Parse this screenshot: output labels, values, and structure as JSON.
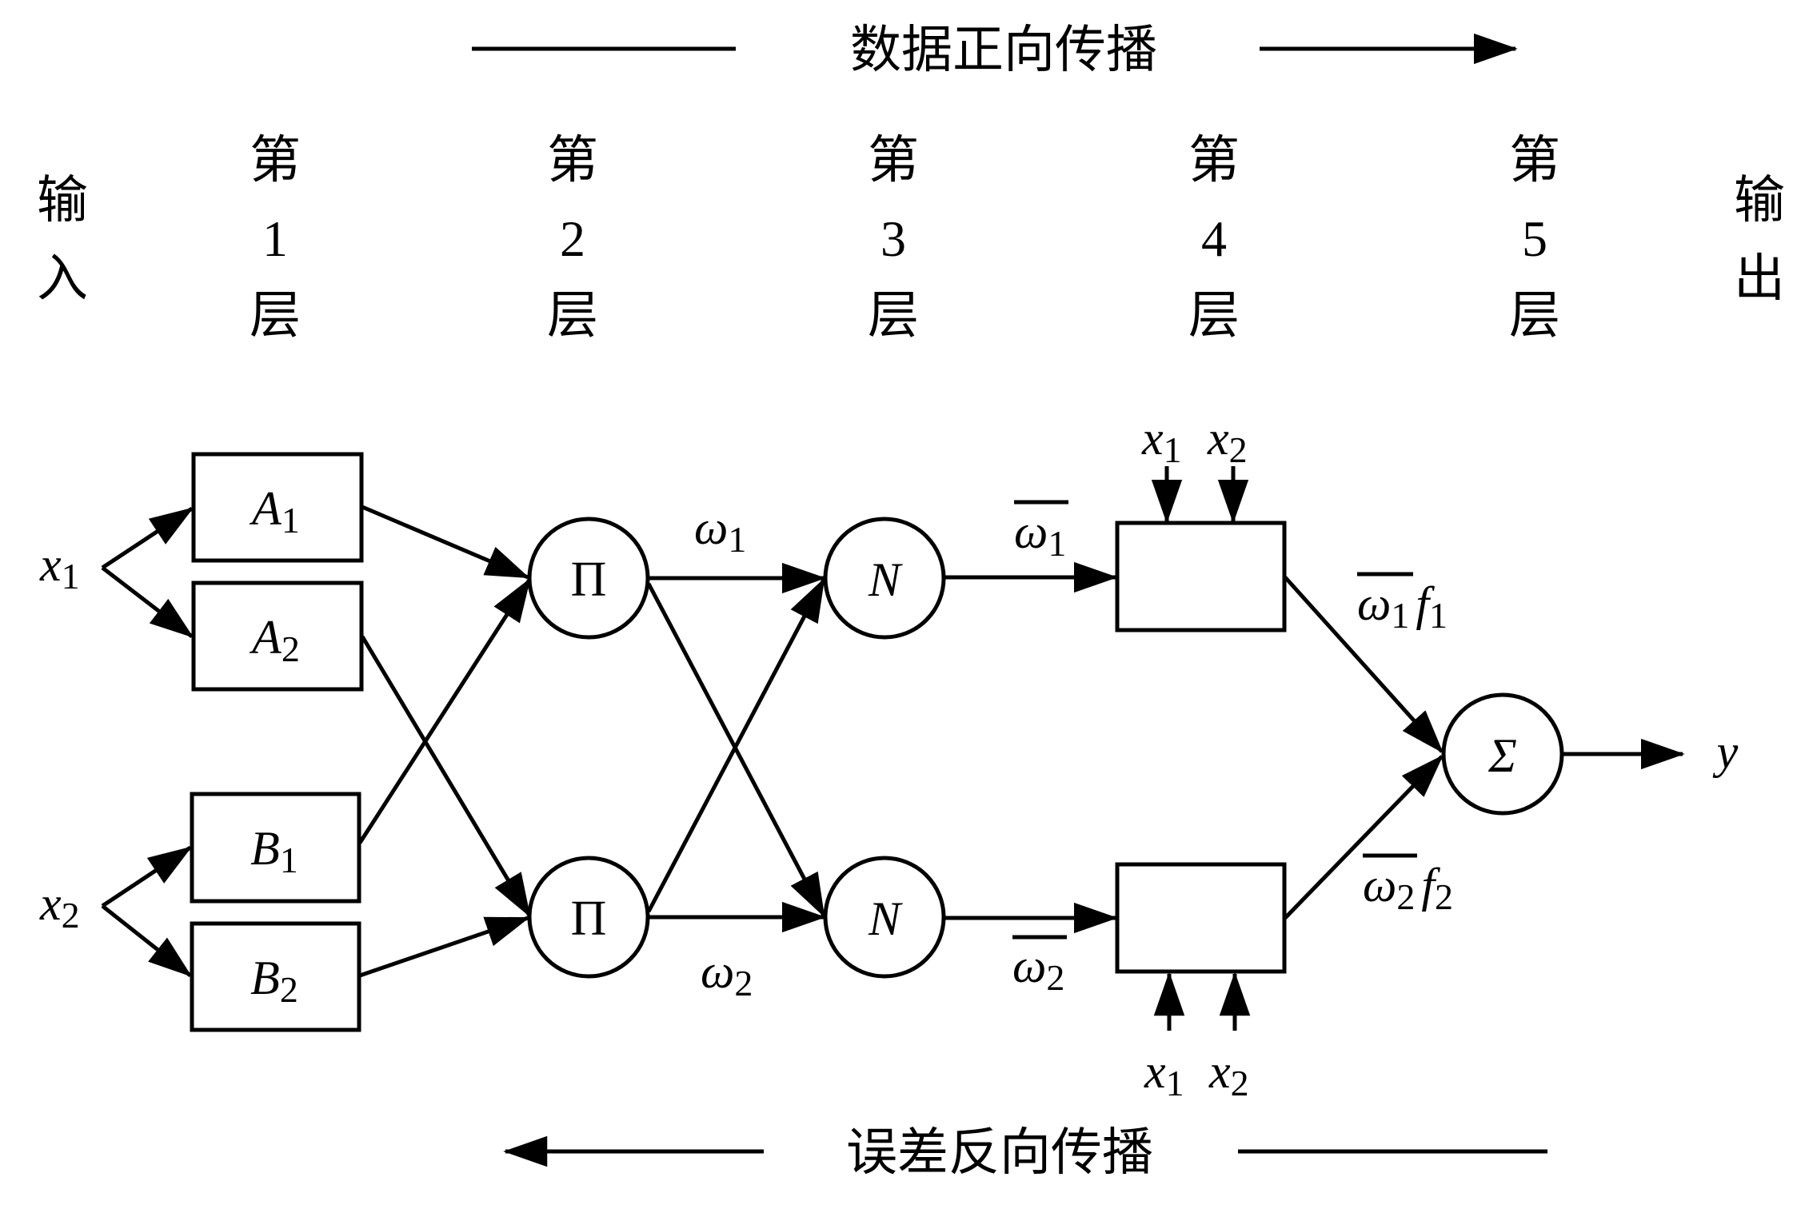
{
  "forward_label": "数据正向传播",
  "backward_label": "误差反向传播",
  "input_label": [
    "输",
    "入"
  ],
  "output_label": [
    "输",
    "出"
  ],
  "layers": [
    {
      "prefix": "第",
      "number": "1",
      "suffix": "层"
    },
    {
      "prefix": "第",
      "number": "2",
      "suffix": "层"
    },
    {
      "prefix": "第",
      "number": "3",
      "suffix": "层"
    },
    {
      "prefix": "第",
      "number": "4",
      "suffix": "层"
    },
    {
      "prefix": "第",
      "number": "5",
      "suffix": "层"
    }
  ],
  "inputs": [
    {
      "var": "x",
      "sub": "1"
    },
    {
      "var": "x",
      "sub": "2"
    }
  ],
  "membership": [
    {
      "var": "A",
      "sub": "1"
    },
    {
      "var": "A",
      "sub": "2"
    },
    {
      "var": "B",
      "sub": "1"
    },
    {
      "var": "B",
      "sub": "2"
    }
  ],
  "product_node": "Π",
  "norm_node": "N",
  "sum_node": "Σ",
  "weights": [
    {
      "var": "ω",
      "sub": "1"
    },
    {
      "var": "ω",
      "sub": "2"
    }
  ],
  "norm_weights": [
    {
      "var": "ω",
      "sub": "1"
    },
    {
      "var": "ω",
      "sub": "2"
    }
  ],
  "rule_outputs": [
    {
      "var": "ω",
      "sub": "1",
      "f": "f",
      "fsub": "1"
    },
    {
      "var": "ω",
      "sub": "2",
      "f": "f",
      "fsub": "2"
    }
  ],
  "rule_inputs": [
    {
      "var": "x",
      "sub": "1"
    },
    {
      "var": "x",
      "sub": "2"
    }
  ],
  "output_var": "y"
}
